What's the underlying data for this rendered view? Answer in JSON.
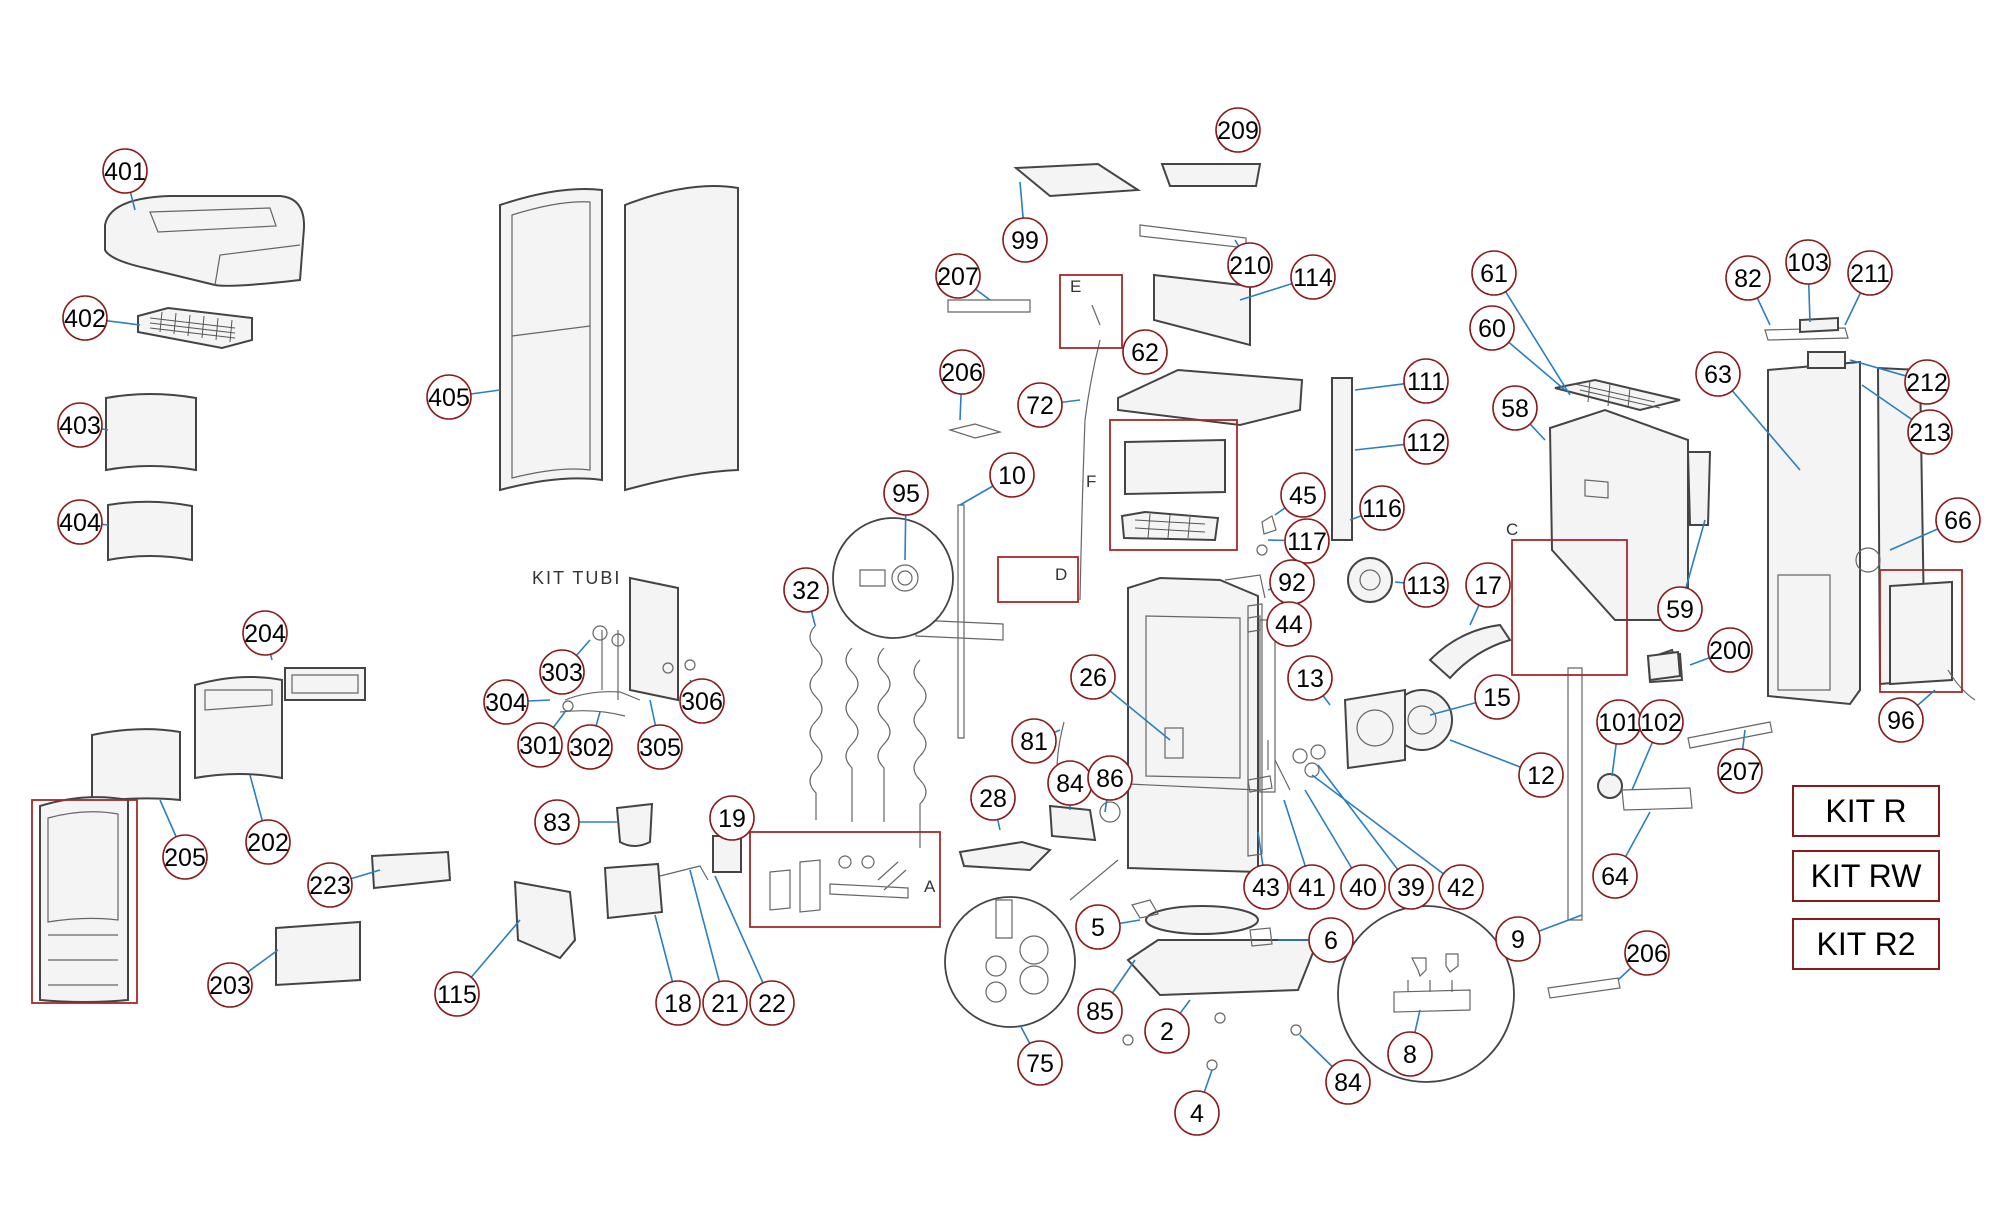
{
  "callouts": [
    "401",
    "402",
    "403",
    "404",
    "405",
    "209",
    "99",
    "210",
    "114",
    "207",
    "206",
    "62",
    "72",
    "95",
    "10",
    "32",
    "61",
    "60",
    "58",
    "82",
    "103",
    "211",
    "212",
    "213",
    "63",
    "66",
    "111",
    "112",
    "45",
    "116",
    "117",
    "113",
    "92",
    "44",
    "17",
    "13",
    "15",
    "12",
    "26",
    "81",
    "28",
    "84",
    "86",
    "204",
    "202",
    "205",
    "303",
    "304",
    "306",
    "301",
    "302",
    "305",
    "83",
    "19",
    "115",
    "18",
    "21",
    "22",
    "223",
    "203",
    "59",
    "200",
    "96",
    "101",
    "102",
    "207",
    "64",
    "9",
    "206",
    "43",
    "41",
    "40",
    "39",
    "42",
    "5",
    "6",
    "85",
    "2",
    "75",
    "4",
    "84",
    "8"
  ],
  "box_letters": [
    "E",
    "F",
    "D",
    "C",
    "A"
  ],
  "kit_tubi_label": "KIT TUBI",
  "kits": [
    "KIT R",
    "KIT RW",
    "KIT R2"
  ]
}
